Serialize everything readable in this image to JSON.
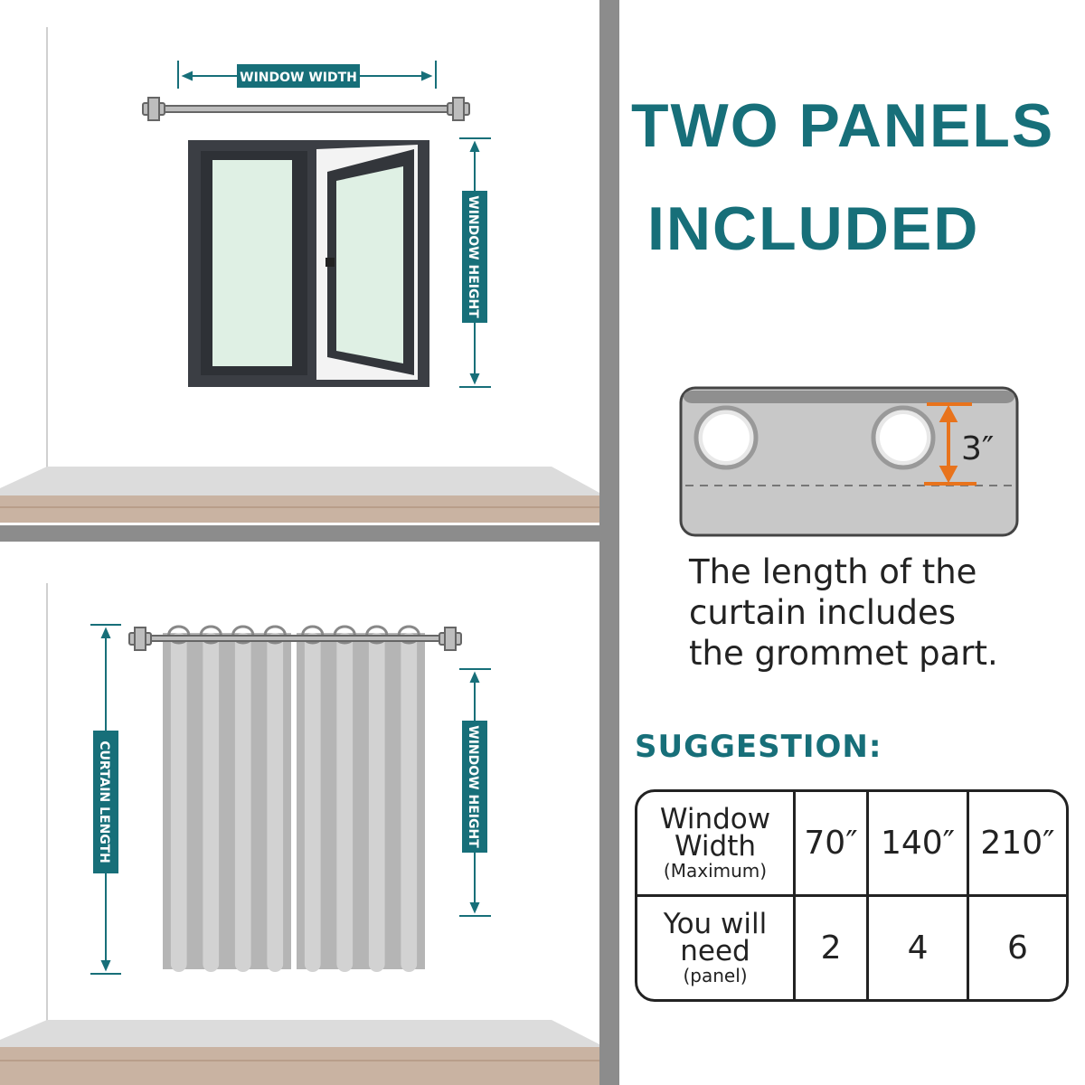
{
  "diagram_labels": {
    "window_width": "WINDOW WIDTH",
    "window_height": "WINDOW HEIGHT",
    "curtain_length": "CURTAIN LENGTH",
    "window_height_2": "WINDOW HEIGHT"
  },
  "headline": {
    "line1": "TWO PANELS",
    "line2": "INCLUDED"
  },
  "grommet": {
    "measure": "3″"
  },
  "note": {
    "line1": "The length of the",
    "line2": "curtain includes",
    "line3": "the grommet part."
  },
  "suggestion": {
    "title": "SUGGESTION:",
    "rows": [
      {
        "label": "Window Width",
        "sublabel": "(Maximum)",
        "values": [
          "70″",
          "140″",
          "210″"
        ]
      },
      {
        "label": "You will need",
        "sublabel": "(panel)",
        "values": [
          "2",
          "4",
          "6"
        ]
      }
    ]
  },
  "colors": {
    "teal": "#176f79",
    "orange": "#e8731c",
    "divider": "#8c8c8c",
    "floor": "#c9b3a2"
  }
}
